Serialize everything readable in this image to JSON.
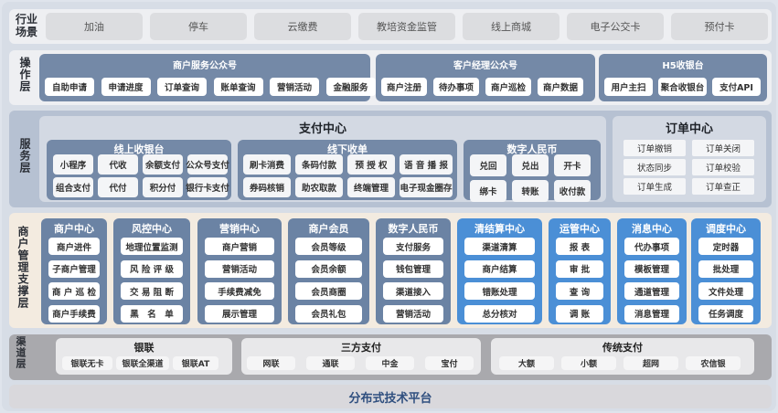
{
  "industry": {
    "label": "行业\n场景",
    "items": [
      "加油",
      "停车",
      "云缴费",
      "教培资金监管",
      "线上商城",
      "电子公交卡",
      "预付卡"
    ]
  },
  "operation": {
    "label": "操作层",
    "groups": [
      {
        "title": "商户服务公众号",
        "items": [
          "自助申请",
          "申请进度",
          "订单查询",
          "账单查询",
          "营销活动",
          "金融服务"
        ]
      },
      {
        "title": "客户经理公众号",
        "items": [
          "商户注册",
          "待办事项",
          "商户巡检",
          "商户数据"
        ]
      },
      {
        "title": "H5收银台",
        "items": [
          "用户主扫",
          "聚合收银台",
          "支付API"
        ]
      }
    ]
  },
  "service": {
    "label": "服务层",
    "payment_center": {
      "title": "支付中心",
      "online": {
        "title": "线上收银台",
        "items": [
          "小程序",
          "代收",
          "余额支付",
          "公众号支付",
          "组合支付",
          "代付",
          "积分付",
          "银行卡支付"
        ]
      },
      "offline": {
        "title": "线下收单",
        "items": [
          "刷卡消费",
          "条码付款",
          "预 授 权",
          "语 音 播 报",
          "券码核销",
          "助农取款",
          "终端管理",
          "电子现金圈存"
        ]
      },
      "ecny": {
        "title": "数字人民币",
        "items": [
          "兑回",
          "兑出",
          "开卡",
          "绑卡",
          "转账",
          "收付款"
        ]
      }
    },
    "order_center": {
      "title": "订单中心",
      "items": [
        "订单撤销",
        "订单关闭",
        "状态同步",
        "订单校验",
        "订单生成",
        "订单查正"
      ]
    }
  },
  "merchant": {
    "label": "商户管理支撑层",
    "groups": [
      {
        "title": "商户中心",
        "items": [
          "商户进件",
          "子商户管理",
          "商 户 巡 检",
          "商户手续费"
        ],
        "color": "#6b83a4"
      },
      {
        "title": "风控中心",
        "items": [
          "地理位置监测",
          "风 险 评 级",
          "交 易 阻 断",
          "黑　名　单"
        ],
        "color": "#6b83a4"
      },
      {
        "title": "营销中心",
        "items": [
          "商户营销",
          "营销活动",
          "手续费减免",
          "展示管理"
        ],
        "color": "#6b83a4"
      },
      {
        "title": "商户会员",
        "items": [
          "会员等级",
          "会员余额",
          "会员商圈",
          "会员礼包"
        ],
        "color": "#6b83a4"
      },
      {
        "title": "数字人民币",
        "items": [
          "支付服务",
          "钱包管理",
          "渠道接入",
          "营销活动"
        ],
        "color": "#6b83a4"
      },
      {
        "title": "清结算中心",
        "items": [
          "渠道清算",
          "商户结算",
          "错账处理",
          "总分核对"
        ],
        "color": "#4b8fd6"
      },
      {
        "title": "运管中心",
        "items": [
          "报 表",
          "审 批",
          "查 询",
          "调 账"
        ],
        "color": "#4b8fd6"
      },
      {
        "title": "消息中心",
        "items": [
          "代办事项",
          "模板管理",
          "通道管理",
          "消息管理"
        ],
        "color": "#4b8fd6"
      },
      {
        "title": "调度中心",
        "items": [
          "定时器",
          "批处理",
          "文件处理",
          "任务调度"
        ],
        "color": "#4b8fd6"
      }
    ]
  },
  "channel": {
    "label": "渠道层",
    "groups": [
      {
        "title": "银联",
        "items": [
          "银联无卡",
          "银联全渠道",
          "银联AT"
        ]
      },
      {
        "title": "三方支付",
        "items": [
          "网联",
          "通联",
          "中金",
          "宝付"
        ]
      },
      {
        "title": "传统支付",
        "items": [
          "大额",
          "小额",
          "超网",
          "农信银"
        ]
      }
    ]
  },
  "platform": {
    "label": "分布式技术平台"
  },
  "colors": {
    "slate": "#7489a7",
    "blue": "#4b8fd6",
    "beige": "#f3ebe0",
    "platform_text": "#2f4f7f"
  }
}
